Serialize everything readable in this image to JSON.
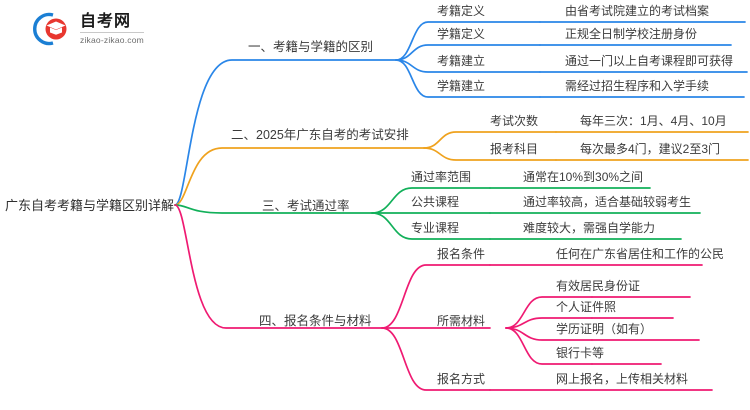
{
  "logo": {
    "title": "自考网",
    "subtitle": "zikao-zikao.com",
    "mark": "graduation-cap-icon"
  },
  "colors": {
    "branch1": "#2a86e8",
    "branch2": "#efa21e",
    "branch3": "#12b05a",
    "branch4": "#ef1a72",
    "text": "#3b3b3b"
  },
  "mindmap": {
    "root": "广东自考考籍与学籍区别详解",
    "branches": [
      {
        "label": "一、考籍与学籍的区别",
        "color": "#2a86e8",
        "children": [
          {
            "label": "考籍定义",
            "detail": "由省考试院建立的考试档案"
          },
          {
            "label": "学籍定义",
            "detail": "正规全日制学校注册身份"
          },
          {
            "label": "考籍建立",
            "detail": "通过一门以上自考课程即可获得"
          },
          {
            "label": "学籍建立",
            "detail": "需经过招生程序和入学手续"
          }
        ]
      },
      {
        "label": "二、2025年广东自考的考试安排",
        "color": "#efa21e",
        "children": [
          {
            "label": "考试次数",
            "detail": "每年三次：1月、4月、10月"
          },
          {
            "label": "报考科目",
            "detail": "每次最多4门，建议2至3门"
          }
        ]
      },
      {
        "label": "三、考试通过率",
        "color": "#12b05a",
        "children": [
          {
            "label": "通过率范围",
            "detail": "通常在10%到30%之间"
          },
          {
            "label": "公共课程",
            "detail": "通过率较高，适合基础较弱考生"
          },
          {
            "label": "专业课程",
            "detail": "难度较大，需强自学能力"
          }
        ]
      },
      {
        "label": "四、报名条件与材料",
        "color": "#ef1a72",
        "children": [
          {
            "label": "报名条件",
            "detail": "任何在广东省居住和工作的公民"
          },
          {
            "label": "所需材料",
            "detail": "",
            "children": [
              {
                "label": "有效居民身份证"
              },
              {
                "label": "个人证件照"
              },
              {
                "label": "学历证明（如有）"
              },
              {
                "label": "银行卡等"
              }
            ]
          },
          {
            "label": "报名方式",
            "detail": "网上报名，上传相关材料"
          }
        ]
      }
    ]
  }
}
